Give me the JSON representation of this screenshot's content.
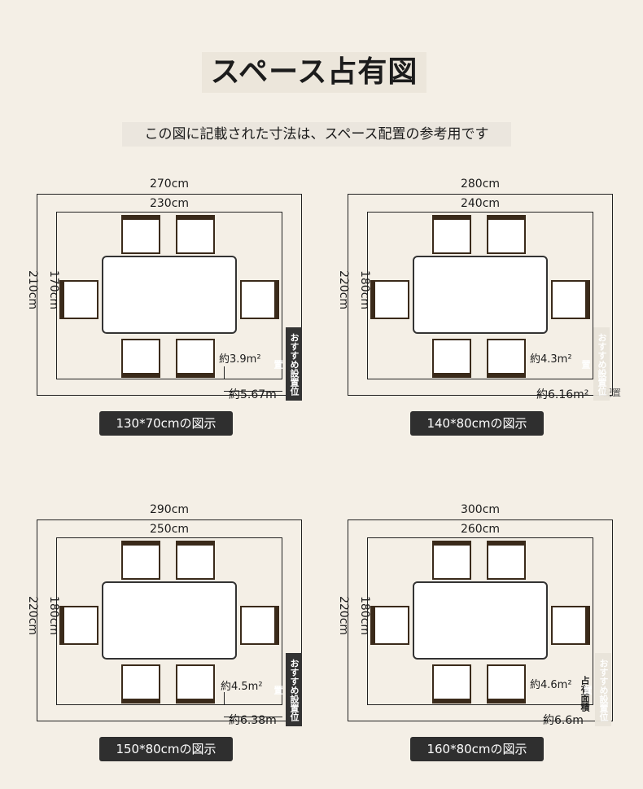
{
  "header": {
    "title": "スペース占有図",
    "subtitle": "この図に記載された寸法は、スペース配置の参考用です"
  },
  "diagrams": [
    {
      "outer_width": "270cm",
      "inner_width": "230cm",
      "outer_height": "210cm",
      "inner_height": "170cm",
      "area_inner": "約3.9m²",
      "area_outer": "約5.67m",
      "caption": "130*70cmの図示",
      "recommend": "おすすめ設置位置"
    },
    {
      "outer_width": "280cm",
      "inner_width": "240cm",
      "outer_height": "220cm",
      "inner_height": "180cm",
      "area_inner": "約4.3m²",
      "area_outer": "約6.16m²",
      "caption": "140*80cmの図示",
      "recommend": "おすすめ設置位置",
      "side_label": "配置"
    },
    {
      "outer_width": "290cm",
      "inner_width": "250cm",
      "outer_height": "220cm",
      "inner_height": "180cm",
      "area_inner": "約4.5m²",
      "area_outer": "約6.38m",
      "caption": "150*80cmの図示",
      "recommend": "おすすめ設置位置"
    },
    {
      "outer_width": "300cm",
      "inner_width": "260cm",
      "outer_height": "220cm",
      "inner_height": "180cm",
      "area_inner": "約4.6m²",
      "area_outer": "約6.6m",
      "caption": "160*80cmの図示",
      "recommend": "おすすめ設置位置",
      "occupied_label": "占有面積"
    }
  ]
}
